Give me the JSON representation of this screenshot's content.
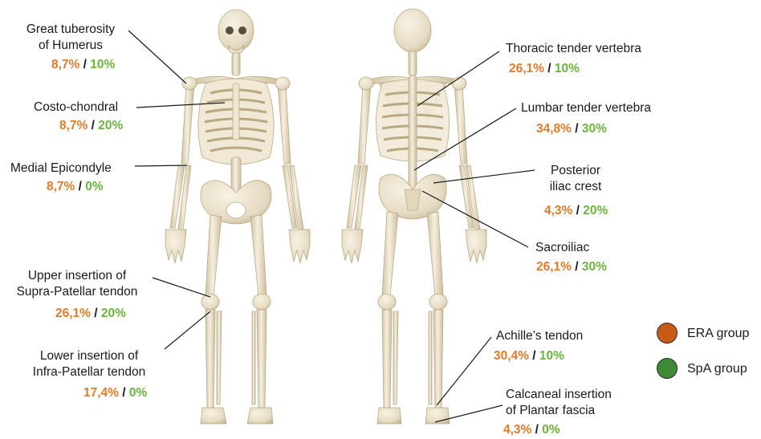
{
  "colors": {
    "era": "#e07b2c",
    "spa": "#6cb33e",
    "bone": "#ece3cf",
    "bone_shade": "#c9bc9f",
    "leader": "#1a1a1a"
  },
  "legend": {
    "era_label": "ERA group",
    "spa_label": "SpA group",
    "era_color": "#c85a17",
    "spa_color": "#3f8a36"
  },
  "sites": {
    "great_tuberosity": {
      "line1": "Great tuberosity",
      "line2": "of Humerus",
      "era": "8,7%",
      "sep": " / ",
      "spa": "10%"
    },
    "costo_chondral": {
      "line1": "Costo-chondral",
      "era": "8,7%",
      "sep": " / ",
      "spa": "20%"
    },
    "medial_epicondyle": {
      "line1": "Medial Epicondyle",
      "era": "8,7%",
      "sep": " / ",
      "spa": "0%"
    },
    "supra_patellar": {
      "line1": "Upper insertion of",
      "line2": "Supra-Patellar tendon",
      "era": "26,1%",
      "sep": " / ",
      "spa": "20%"
    },
    "infra_patellar": {
      "line1": "Lower insertion of",
      "line2": "Infra-Patellar tendon",
      "era": "17,4%",
      "sep": " / ",
      "spa": "0%"
    },
    "thoracic": {
      "line1": "Thoracic tender vertebra",
      "era": "26,1%",
      "sep": " / ",
      "spa": "10%"
    },
    "lumbar": {
      "line1": "Lumbar tender vertebra",
      "era": "34,8%",
      "sep": " / ",
      "spa": "30%"
    },
    "posterior_iliac": {
      "line1": "Posterior",
      "line2": "iliac crest",
      "era": "4,3%",
      "sep": " / ",
      "spa": "20%"
    },
    "sacroiliac": {
      "line1": "Sacroiliac",
      "era": "26,1%",
      "sep": " / ",
      "spa": "30%"
    },
    "achille": {
      "line1": "Achille’s tendon",
      "era": "30,4%",
      "sep": " / ",
      "spa": "10%"
    },
    "calcaneal": {
      "line1": "Calcaneal insertion",
      "line2": "of Plantar fascia",
      "era": "4,3%",
      "sep": " / ",
      "spa": "0%"
    }
  }
}
